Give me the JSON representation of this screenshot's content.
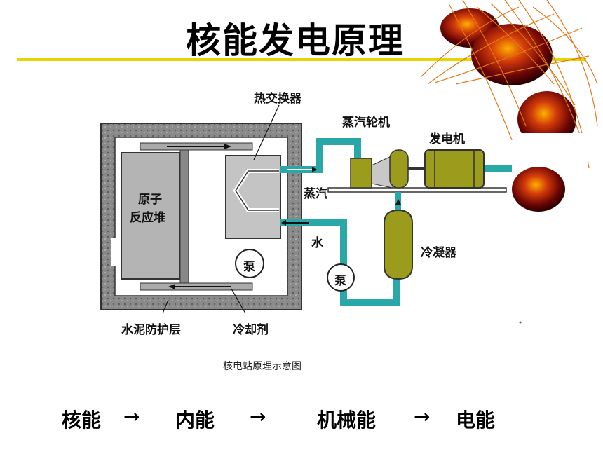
{
  "title": "核能发电原理",
  "diagram": {
    "labels": {
      "heat_exchanger": "热交换器",
      "steam_turbine": "蒸汽轮机",
      "generator": "发电机",
      "steam": "蒸汽",
      "water": "水",
      "condenser": "冷凝器",
      "reactor_line1": "原子",
      "reactor_line2": "反应堆",
      "pump_inner": "泵",
      "pump_outer": "泵",
      "concrete_shield": "水泥防护层",
      "coolant": "冷却剂"
    },
    "caption": "核电站原理示意图"
  },
  "energy_flow": {
    "steps": [
      "核能",
      "内能",
      "机械能",
      "电能"
    ],
    "arrow": "→"
  },
  "colors": {
    "accent_rule": "#e8d400",
    "pipe": "#2aa7a7",
    "equipment": "#9c9c1c",
    "shield": "#7f7f7f",
    "reactor": "#b4b4b4"
  }
}
